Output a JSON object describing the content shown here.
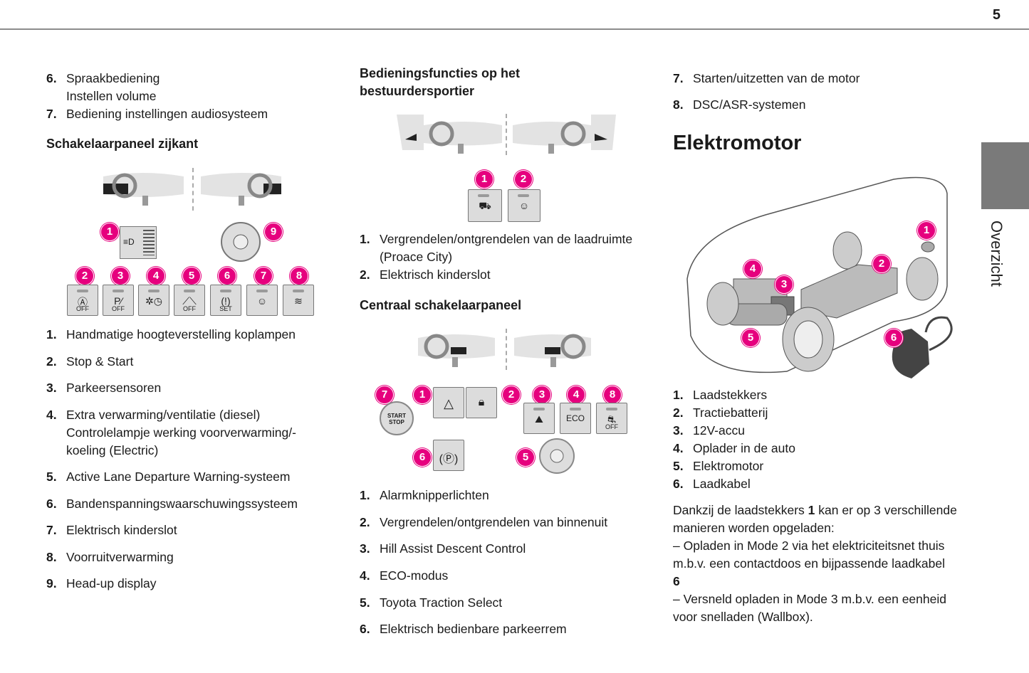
{
  "page": {
    "number": "5",
    "tab_label": "Overzicht"
  },
  "col1": {
    "top_items": [
      {
        "n": "6.",
        "lines": [
          "Spraakbediening",
          "Instellen volume"
        ]
      },
      {
        "n": "7.",
        "lines": [
          "Bediening instellingen audiosysteem"
        ]
      }
    ],
    "heading": "Schakelaarpaneel zijkant",
    "button_labels": [
      "OFF",
      "OFF",
      "",
      "OFF",
      "SET",
      "",
      ""
    ],
    "items": [
      {
        "n": "1.",
        "lines": [
          "Handmatige hoogteverstelling koplampen"
        ]
      },
      {
        "n": "2.",
        "lines": [
          "Stop & Start"
        ]
      },
      {
        "n": "3.",
        "lines": [
          "Parkeersensoren"
        ]
      },
      {
        "n": "4.",
        "lines": [
          "Extra verwarming/ventilatie (diesel)",
          "Controlelampje werking voorverwarming/-",
          "koeling (Electric)"
        ]
      },
      {
        "n": "5.",
        "lines": [
          "Active Lane Departure Warning-systeem"
        ]
      },
      {
        "n": "6.",
        "lines": [
          "Bandenspanningswaarschuwingssysteem"
        ]
      },
      {
        "n": "7.",
        "lines": [
          "Elektrisch kinderslot"
        ]
      },
      {
        "n": "8.",
        "lines": [
          "Voorruitverwarming"
        ]
      },
      {
        "n": "9.",
        "lines": [
          "Head-up display"
        ]
      }
    ]
  },
  "col2": {
    "heading1": [
      "Bedieningsfuncties op het",
      "bestuurdersportier"
    ],
    "items1": [
      {
        "n": "1.",
        "lines": [
          "Vergrendelen/ontgrendelen van de laadruimte",
          "(Proace City)"
        ]
      },
      {
        "n": "2.",
        "lines": [
          "Elektrisch kinderslot"
        ]
      }
    ],
    "heading2": "Centraal schakelaarpaneel",
    "start_label": [
      "START",
      "STOP"
    ],
    "eco_label": "ECO",
    "off_label": "OFF",
    "items2": [
      {
        "n": "1.",
        "lines": [
          "Alarmknipperlichten"
        ]
      },
      {
        "n": "2.",
        "lines": [
          "Vergrendelen/ontgrendelen van binnenuit"
        ]
      },
      {
        "n": "3.",
        "lines": [
          "Hill Assist Descent Control"
        ]
      },
      {
        "n": "4.",
        "lines": [
          "ECO-modus"
        ]
      },
      {
        "n": "5.",
        "lines": [
          "Toyota Traction Select"
        ]
      },
      {
        "n": "6.",
        "lines": [
          "Elektrisch bedienbare parkeerrem"
        ]
      }
    ]
  },
  "col3": {
    "top_items": [
      {
        "n": "7.",
        "lines": [
          "Starten/uitzetten van de motor"
        ]
      },
      {
        "n": "8.",
        "lines": [
          "DSC/ASR-systemen"
        ]
      }
    ],
    "title": "Elektromotor",
    "items": [
      {
        "n": "1.",
        "lines": [
          "Laadstekkers"
        ]
      },
      {
        "n": "2.",
        "lines": [
          "Tractiebatterij"
        ]
      },
      {
        "n": "3.",
        "lines": [
          "12V-accu"
        ]
      },
      {
        "n": "4.",
        "lines": [
          "Oplader in de auto"
        ]
      },
      {
        "n": "5.",
        "lines": [
          "Elektromotor"
        ]
      },
      {
        "n": "6.",
        "lines": [
          "Laadkabel"
        ]
      }
    ],
    "paragraph": {
      "p1_a": "Dankzij de laadstekkers ",
      "p1_b": "1",
      "p1_c": " kan er op 3 verschillende manieren worden opgeladen:",
      "p2": "–  Opladen in Mode 2 via het elektriciteitsnet thuis m.b.v. een contactdoos en bijpassende laadkabel",
      "p2_bold": "6",
      "p3": "–  Versneld opladen in Mode 3 m.b.v. een eenheid voor snelladen (Wallbox)."
    }
  },
  "colors": {
    "accent": "#e6007e",
    "tab": "#7a7a7a",
    "rule": "#8c8c8c"
  },
  "icons": [
    "steering-wheel-icon",
    "headlamp-level-icon",
    "hud-dial-icon",
    "stop-start-icon",
    "park-sensor-icon",
    "heater-icon",
    "lane-departure-icon",
    "tyre-pressure-icon",
    "child-lock-icon",
    "windscreen-heat-icon",
    "hazard-icon",
    "door-lock-icon",
    "hill-descent-icon",
    "traction-select-icon",
    "parking-brake-icon",
    "start-stop-icon",
    "van-cutaway-illustration"
  ]
}
